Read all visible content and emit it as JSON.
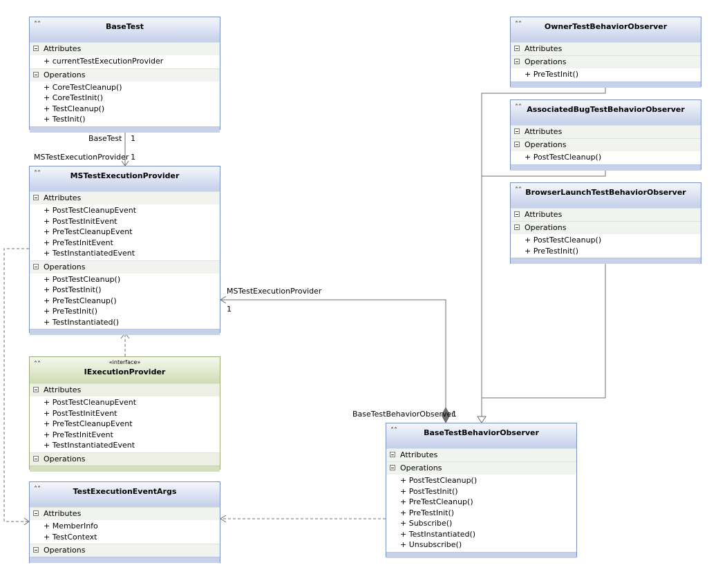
{
  "classes": {
    "base_test": {
      "name": "BaseTest",
      "attributes_label": "Attributes",
      "attributes": [
        "+ currentTestExecutionProvider"
      ],
      "operations_label": "Operations",
      "operations": [
        "+ CoreTestCleanup()",
        "+ CoreTestInit()",
        "+ TestCleanup()",
        "+ TestInit()"
      ]
    },
    "mstest_provider": {
      "name": "MSTestExecutionProvider",
      "attributes_label": "Attributes",
      "attributes": [
        "+ PostTestCleanupEvent",
        "+ PostTestInitEvent",
        "+ PreTestCleanupEvent",
        "+ PreTestInitEvent",
        "+ TestInstantiatedEvent"
      ],
      "operations_label": "Operations",
      "operations": [
        "+ PostTestCleanup()",
        "+ PostTestInit()",
        "+ PreTestCleanup()",
        "+ PreTestInit()",
        "+ TestInstantiated()"
      ]
    },
    "iexecution_provider": {
      "stereotype": "«interface»",
      "name": "IExecutionProvider",
      "attributes_label": "Attributes",
      "attributes": [
        "+ PostTestCleanupEvent",
        "+ PostTestInitEvent",
        "+ PreTestCleanupEvent",
        "+ PreTestInitEvent",
        "+ TestInstantiatedEvent"
      ],
      "operations_label": "Operations",
      "operations": []
    },
    "test_event_args": {
      "name": "TestExecutionEventArgs",
      "attributes_label": "Attributes",
      "attributes": [
        "+ MemberInfo",
        "+ TestContext"
      ],
      "operations_label": "Operations",
      "operations": []
    },
    "owner_observer": {
      "name": "OwnerTestBehaviorObserver",
      "attributes_label": "Attributes",
      "attributes": [],
      "operations_label": "Operations",
      "operations": [
        "+ PreTestInit()"
      ]
    },
    "bug_observer": {
      "name": "AssociatedBugTestBehaviorObserver",
      "attributes_label": "Attributes",
      "attributes": [],
      "operations_label": "Operations",
      "operations": [
        "+ PostTestCleanup()"
      ]
    },
    "browser_observer": {
      "name": "BrowserLaunchTestBehaviorObserver",
      "attributes_label": "Attributes",
      "attributes": [],
      "operations_label": "Operations",
      "operations": [
        "+ PostTestCleanup()",
        "+ PreTestInit()"
      ]
    },
    "base_observer": {
      "name": "BaseTestBehaviorObserver",
      "attributes_label": "Attributes",
      "attributes": [],
      "operations_label": "Operations",
      "operations": [
        "+ PostTestCleanup()",
        "+ PostTestInit()",
        "+ PreTestCleanup()",
        "+ PreTestInit()",
        "+ Subscribe()",
        "+ TestInstantiated()",
        "+ Unsubscribe()"
      ]
    }
  },
  "association_labels": {
    "basetest_role": "BaseTest",
    "basetest_mult": "1",
    "provider_role": "MSTestExecutionProvider",
    "provider_mult": "1",
    "observer_provider_role": "MSTestExecutionProvider",
    "observer_provider_mult": "1",
    "observer_role": "BaseTestBehaviorObserver",
    "observer_mult": "1"
  },
  "icons": {
    "collapse": "double-chevron-up-icon",
    "section_toggle": "minus-box-icon"
  }
}
